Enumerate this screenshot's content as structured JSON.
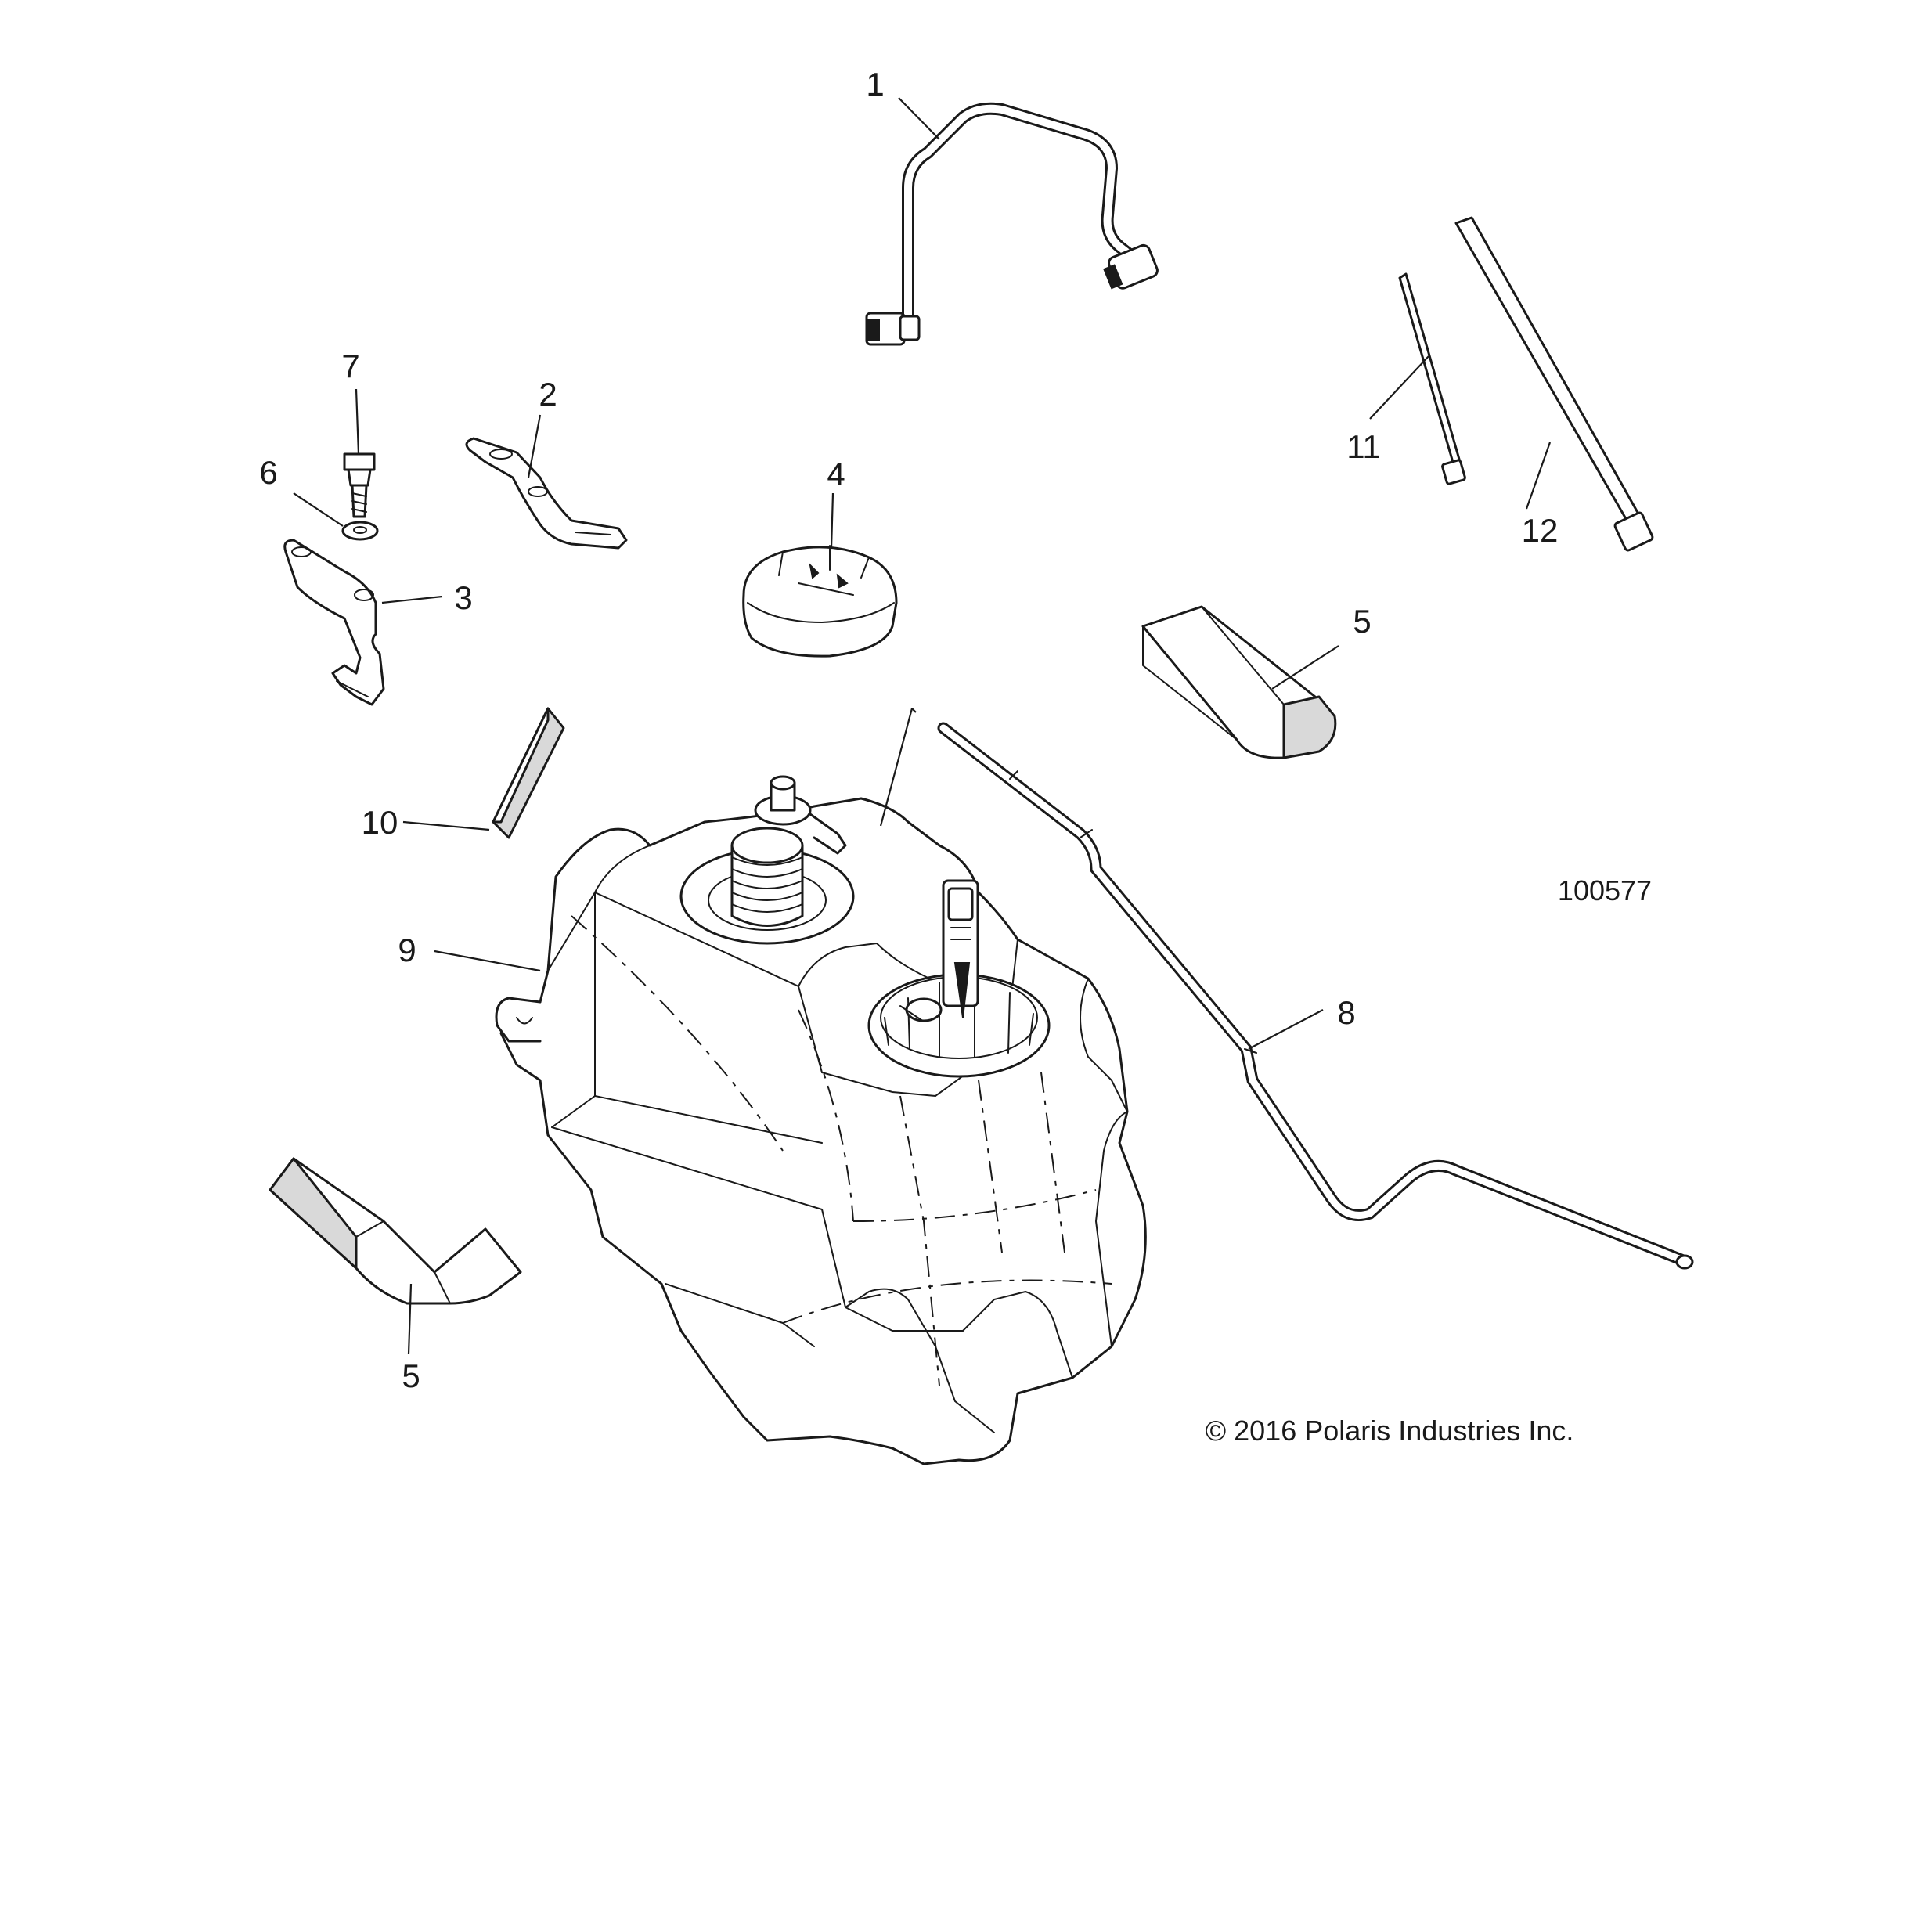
{
  "diagram": {
    "callouts": [
      {
        "id": "c1",
        "label": "1"
      },
      {
        "id": "c2",
        "label": "2"
      },
      {
        "id": "c3",
        "label": "3"
      },
      {
        "id": "c4",
        "label": "4"
      },
      {
        "id": "c5a",
        "label": "5"
      },
      {
        "id": "c5b",
        "label": "5"
      },
      {
        "id": "c6",
        "label": "6"
      },
      {
        "id": "c7",
        "label": "7"
      },
      {
        "id": "c8",
        "label": "8"
      },
      {
        "id": "c9",
        "label": "9"
      },
      {
        "id": "c10",
        "label": "10"
      },
      {
        "id": "c11",
        "label": "11"
      },
      {
        "id": "c12",
        "label": "12"
      }
    ],
    "figure_number": "100577",
    "copyright": "© 2016 Polaris Industries Inc."
  }
}
